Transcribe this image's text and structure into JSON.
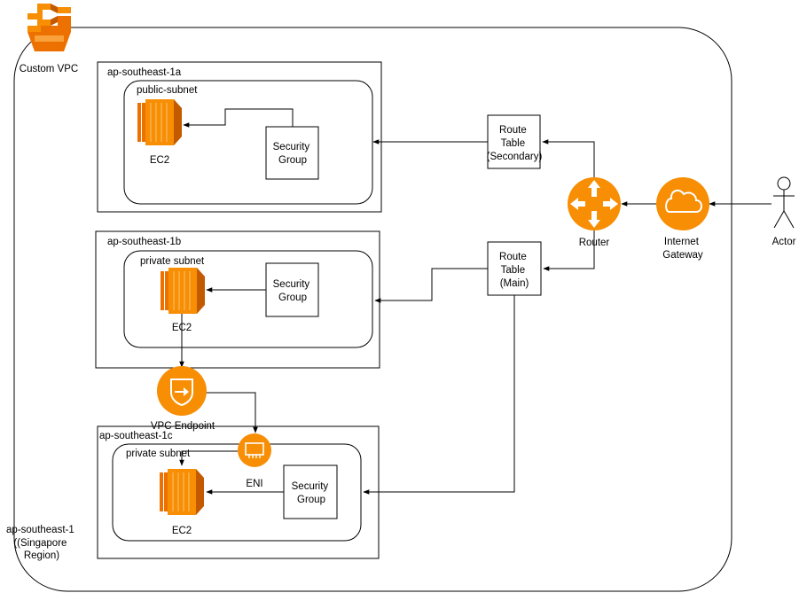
{
  "region": {
    "label_lines": [
      "ap-southeast-1",
      "((Singapore",
      "Region)"
    ]
  },
  "vpc": {
    "label": "Custom VPC"
  },
  "azs": [
    {
      "label": "ap-southeast-1a",
      "subnet_label": "public-subnet",
      "ec2_label": "EC2",
      "sg_lines": [
        "Security",
        "Group"
      ]
    },
    {
      "label": "ap-southeast-1b",
      "subnet_label": "private subnet",
      "ec2_label": "EC2",
      "sg_lines": [
        "Security",
        "Group"
      ]
    },
    {
      "label": "ap-southeast-1c",
      "subnet_label": "private subnet",
      "ec2_label": "EC2",
      "sg_lines": [
        "Security",
        "Group"
      ]
    }
  ],
  "route_tables": [
    {
      "lines": [
        "Route",
        "Table",
        "(Secondary)"
      ]
    },
    {
      "lines": [
        "Route",
        "Table",
        "(Main)"
      ]
    }
  ],
  "router": {
    "label": "Router"
  },
  "gateway": {
    "label_lines": [
      "Internet",
      "Gateway"
    ]
  },
  "actor": {
    "label": "Actor"
  },
  "vpc_endpoint": {
    "label": "VPC Endpoint"
  },
  "eni": {
    "label": "ENI"
  },
  "colors": {
    "aws_orange": "#ED7100",
    "aws_orange_light": "#F78E04",
    "line": "#000000"
  }
}
